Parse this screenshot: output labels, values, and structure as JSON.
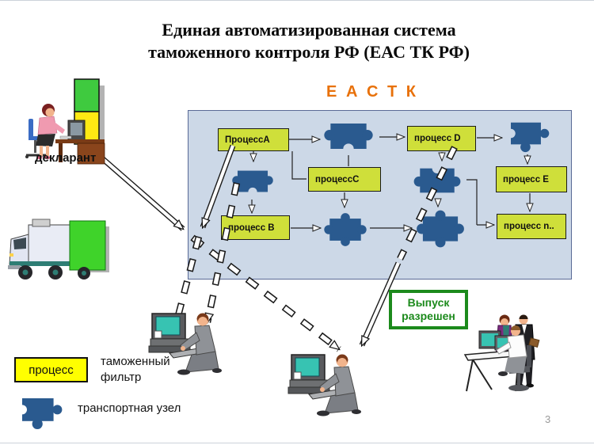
{
  "slide": {
    "title_line1": "Единая автоматизированная система",
    "title_line2": "таможенного контроля РФ (ЕАС ТК РФ)",
    "system_label": "Е А С Т К",
    "page_number": "3"
  },
  "diagram": {
    "process_a": "ПроцессА",
    "process_d": "процесс D",
    "process_c": "процессС",
    "process_e": "процесс Е",
    "process_b": "процесс В",
    "process_n": "процесс n.."
  },
  "labels": {
    "declarant": "декларант",
    "release_line1": "Выпуск",
    "release_line2": "разрешен"
  },
  "legend": {
    "process": "процесс",
    "customs_filter_line1": "таможенный",
    "customs_filter_line2": "фильтр",
    "transport_node": "транспортная узел"
  },
  "colors": {
    "accent_orange": "#e8710a",
    "panel_blue": "#ccd8e7",
    "process_fill": "#cfdf3a",
    "puzzle_blue": "#2a5a8f",
    "release_green": "#1c8a1c",
    "legend_yellow": "#ffff00"
  }
}
